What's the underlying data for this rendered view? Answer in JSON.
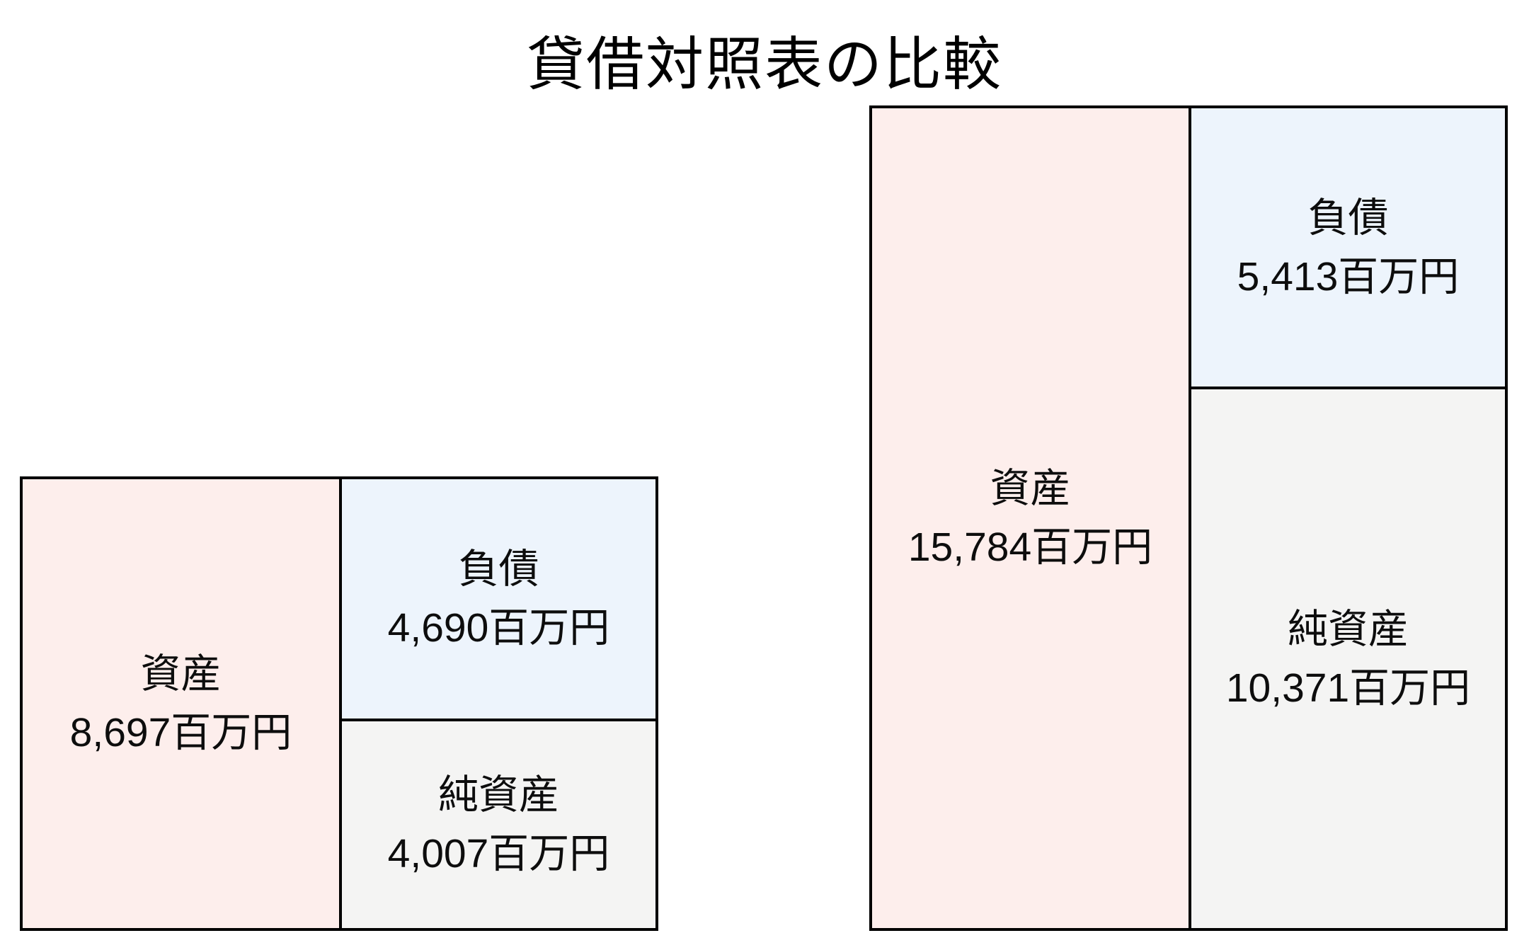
{
  "title": "貸借対照表の比較",
  "chart_data": {
    "type": "bar",
    "subtype": "balance-sheet-box-comparison",
    "title": "貸借対照表の比較",
    "unit": "百万円",
    "legend_position": "none",
    "grid": false,
    "colors": {
      "assets_fill": "#fdeeec",
      "liabilities_fill": "#edf4fc",
      "net_assets_fill": "#f4f4f3",
      "border": "#000000",
      "text": "#0d0d0d",
      "background": "#ffffff"
    },
    "sheets": [
      {
        "name": "balance-sheet-small",
        "assets": {
          "label": "資産",
          "value": 8697,
          "display": "8,697百万円"
        },
        "liabilities": {
          "label": "負債",
          "value": 4690,
          "display": "4,690百万円"
        },
        "net_assets": {
          "label": "純資産",
          "value": 4007,
          "display": "4,007百万円"
        }
      },
      {
        "name": "balance-sheet-large",
        "assets": {
          "label": "資産",
          "value": 15784,
          "display": "15,784百万円"
        },
        "liabilities": {
          "label": "負債",
          "value": 5413,
          "display": "5,413百万円"
        },
        "net_assets": {
          "label": "純資産",
          "value": 10371,
          "display": "10,371百万円"
        }
      }
    ]
  }
}
